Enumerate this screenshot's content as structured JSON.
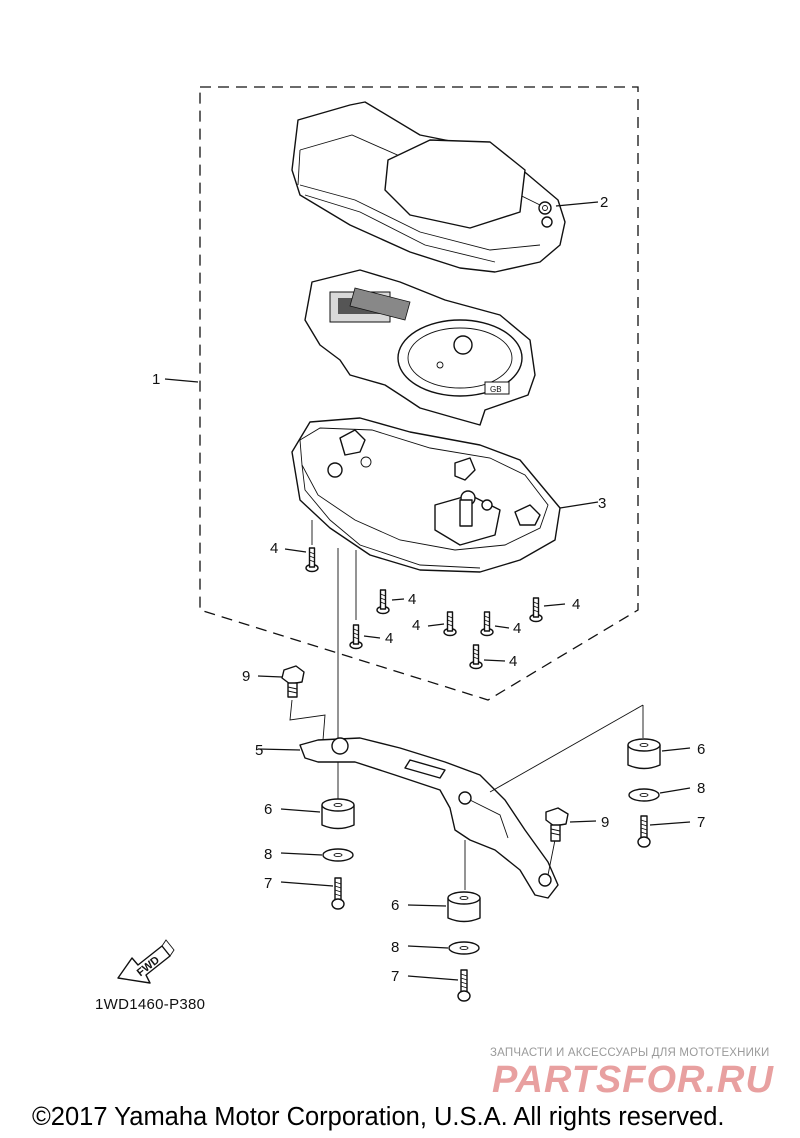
{
  "diagram": {
    "callouts": {
      "c1": "1",
      "c2": "2",
      "c3": "3",
      "c4": "4",
      "c5": "5",
      "c6": "6",
      "c7": "7",
      "c8": "8",
      "c9": "9"
    },
    "fwd_label": "FWD",
    "part_code": "1WD1460-P380"
  },
  "watermark": {
    "tagline": "ЗАПЧАСТИ И АКСЕССУАРЫ ДЛЯ МОТОТЕХНИКИ",
    "brand": "PARTSFOR.RU",
    "brand_color": "#e8a0a0"
  },
  "footer": {
    "copyright": "©2017 Yamaha Motor Corporation, U.S.A. All rights reserved."
  }
}
